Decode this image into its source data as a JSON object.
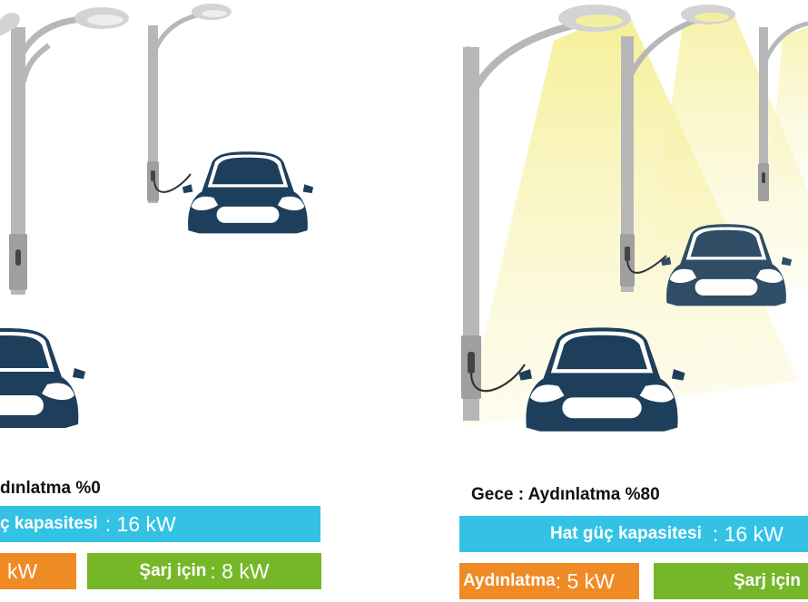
{
  "left": {
    "caption": "dınlatma %0",
    "capacity": {
      "label": "ç kapasitesi",
      "value": ": 16 kW"
    },
    "lighting": {
      "value": "kW"
    },
    "charging": {
      "label": "Şarj için",
      "value": ": 8 kW"
    }
  },
  "right": {
    "caption": "Gece : Aydınlatma %80",
    "capacity": {
      "label": "Hat güç kapasitesi",
      "value": ": 16 kW"
    },
    "lighting": {
      "label": "Aydınlatma",
      "value": ": 5 kW"
    },
    "charging": {
      "label": "Şarj için"
    }
  },
  "colors": {
    "capacity": "#33c2e6",
    "charging": "#76b72a",
    "lighting": "#f08a24",
    "car_body": "#1e3f5c",
    "pole": "#b7b7b7",
    "light_beam": "#f6f0a0"
  },
  "light_level": {
    "left": 0,
    "right": 0.8
  }
}
